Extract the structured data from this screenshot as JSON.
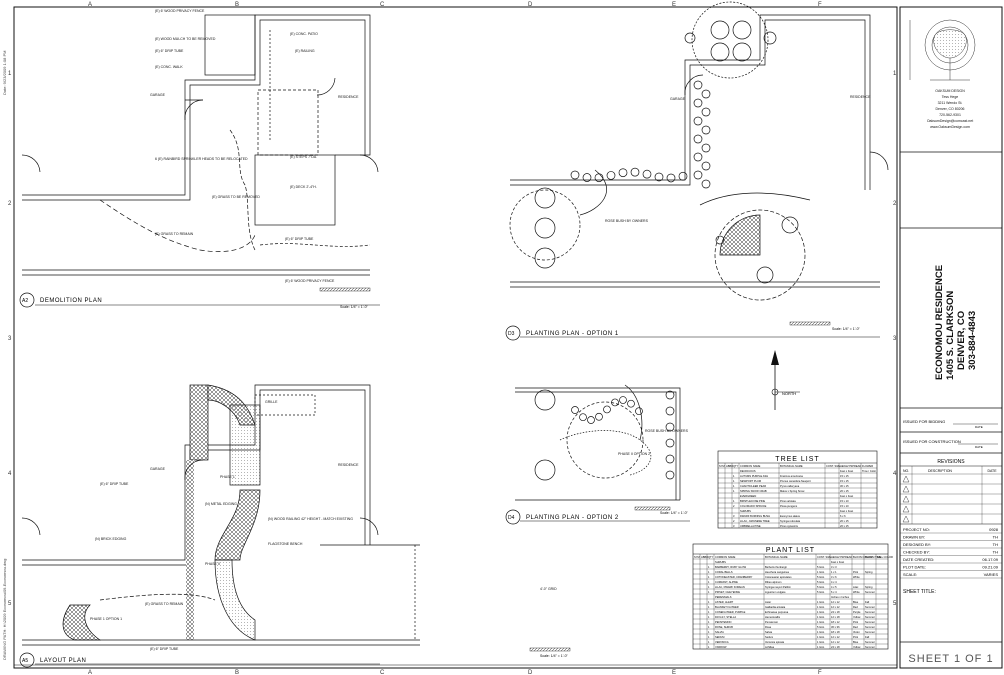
{
  "grid": {
    "columns": [
      "A",
      "B",
      "C",
      "D",
      "E",
      "F"
    ],
    "rows": [
      "1",
      "2",
      "3",
      "4",
      "5"
    ]
  },
  "side_text_top": "Date: 9/23/2009 1:08 PM",
  "side_text_bottom": "DRAWING PATH: H:\\2009 Economou\\09-Economou.dwg",
  "plans": {
    "demolition": {
      "tag": "A2",
      "title": "DEMOLITION PLAN",
      "scale": "Scale: 1/4\" = 1'-0\""
    },
    "layout": {
      "tag": "A5",
      "title": "LAYOUT PLAN",
      "scale": "Scale: 1/4\" = 1'-0\""
    },
    "planting1": {
      "tag": "D3",
      "title": "PLANTING PLAN - OPTION 1",
      "scale": "Scale: 1/4\" = 1'-0\""
    },
    "planting2": {
      "tag": "D4",
      "title": "PLANTING PLAN - OPTION 2",
      "scale": "Scale: 1/4\" = 1'-0\""
    }
  },
  "labels": {
    "garage": "GARAGE",
    "residence": "RESIDENCE",
    "north": "NORTH",
    "grille": "GRILLE",
    "privacy_fence": "(E) 6' WOOD PRIVACY FENCE",
    "conc_patio": "(E) CONC. PATIO",
    "railing": "(E) RAILING",
    "wood_mulch": "(E) WOOD MULCH TO BE REMOVED",
    "drip_tube": "(E) 6\" DRIP TUBE",
    "conc_walk": "(E) CONC. WALK",
    "steps": "(E) STEPS 7\"DA.",
    "deck": "(E) DECK 2'-4\"H.",
    "grass": "(E) GRASS TO REMAIN",
    "grass_removed": "(E) GRASS TO BE REMOVED",
    "sprinkler": "6 (E) RAINBIRD SPRINKLER HEADS TO BE RELOCATED",
    "brick_edging": "(N) BRICK EDGING",
    "metal_edging": "(N) METAL EDGING",
    "wood_railing": "(N) WOOD RAILING 42\" HEIGHT - MATCH EXISTING",
    "bench": "FLAGSTONE BENCH",
    "phase1": "PHASE 1",
    "phase2": "PHASE II",
    "phase1_option": "PHASE 1 OPTION 1",
    "rose_bush": "ROSE BUSH BY OWNERS",
    "phase2_option": "PHASE II OPTION 2",
    "four_grid": "4'-0\" GRID"
  },
  "tree_list": {
    "title": "TREE LIST",
    "headers": [
      "SYM",
      "ABBR",
      "QTY",
      "COMMON NAME",
      "BOTANICAL NAME",
      "CONT. SIZE",
      "HEIGHT/SPREAD",
      "FLOWER"
    ],
    "rows": [
      [
        "",
        "",
        "",
        "DECIDUOUS",
        "",
        "",
        "Feet x Feet",
        "Time / Color"
      ],
      [
        "",
        "",
        "1",
        "AUTUMN PURPLE ASH",
        "Fraxinus americana",
        "",
        "15 x 15",
        ""
      ],
      [
        "",
        "",
        "1",
        "NEWPORT PLUM",
        "Prunus cerasifera Newport",
        "",
        "15 x 15",
        ""
      ],
      [
        "",
        "",
        "1",
        "CHANTICLEER PEAR",
        "Pyrus calleryana",
        "",
        "30 x 15",
        ""
      ],
      [
        "",
        "",
        "1",
        "SPRING SNOW CRAB",
        "Malus x Spring Snow",
        "",
        "20 x 15",
        ""
      ],
      [
        "",
        "",
        "",
        "EVERGREEN",
        "",
        "",
        "Feet x Feet",
        ""
      ],
      [
        "",
        "",
        "1",
        "BRISTLECONE PINE",
        "Pinus aristata",
        "",
        "15 x 10",
        ""
      ],
      [
        "",
        "",
        "2",
        "COLORADO SPRUCE",
        "Picea pungens",
        "",
        "15 x 10",
        ""
      ],
      [
        "",
        "",
        "",
        "SHRUBS",
        "",
        "",
        "Feet x Feet",
        ""
      ],
      [
        "",
        "",
        "3",
        "DWARF BURNING BUSH",
        "Euonymus alatus",
        "",
        "6 x 6",
        ""
      ],
      [
        "",
        "",
        "2",
        "LILAC, JAPANESE TREE",
        "Syringa reticulata",
        "",
        "20 x 15",
        ""
      ],
      [
        "",
        "",
        "3",
        "UMBRELLA PINE",
        "Pinus sylvestris",
        "",
        "20 x 15",
        ""
      ]
    ]
  },
  "plant_list": {
    "title": "PLANT LIST",
    "headers": [
      "SYM",
      "ABBR",
      "QTY",
      "COMMON NAME",
      "BOTANICAL NAME",
      "CONT. SIZE",
      "HEIGHT/SPREAD",
      "BLOOM COLOR",
      "BLOOM TIME",
      "FALL COLOR"
    ],
    "rows": [
      [
        "",
        "",
        "",
        "SHRUBS",
        "",
        "",
        "Feet x Feet",
        "",
        "",
        ""
      ],
      [
        "",
        "",
        "1",
        "BARBERRY, RUBY GLOW",
        "Berberis thunbergii",
        "5 GAL",
        "3 x 3",
        "",
        "",
        ""
      ],
      [
        "",
        "",
        "1",
        "CORAL BELLS",
        "Heuchera sanguinea",
        "1 GAL",
        "1 x 1",
        "Pink",
        "Spring",
        ""
      ],
      [
        "",
        "",
        "1",
        "COTONEASTER, CRANBERRY",
        "Cotoneaster apiculatus",
        "5 GAL",
        "3 x 6",
        "White",
        "",
        ""
      ],
      [
        "",
        "",
        "1",
        "CURRANT, ALPINE",
        "Ribes alpinum",
        "5 GAL",
        "4 x 4",
        "",
        "",
        ""
      ],
      [
        "",
        "",
        "1",
        "LILAC, DWARF KOREAN",
        "Syringa meyeri Palibin",
        "5 GAL",
        "4 x 5",
        "Lilac",
        "Spring",
        ""
      ],
      [
        "",
        "",
        "1",
        "PRIVET, CHEYENNE",
        "Ligustrum vulgare",
        "5 GAL",
        "6 x 4",
        "White",
        "Summer",
        ""
      ],
      [
        "",
        "",
        "",
        "PERENNIALS",
        "",
        "",
        "Inches x Inches",
        "",
        "",
        ""
      ],
      [
        "",
        "",
        "1",
        "ASTER, ALERT",
        "Aster",
        "1 GAL",
        "12 x 12",
        "Blue",
        "Fall",
        ""
      ],
      [
        "",
        "",
        "1",
        "BLANKET FLOWER",
        "Gaillardia aristata",
        "1 GAL",
        "12 x 12",
        "Red",
        "Summer",
        ""
      ],
      [
        "",
        "",
        "1",
        "CONEFLOWER, PURPLE",
        "Echinacea purpurea",
        "1 GAL",
        "24 x 18",
        "Purple",
        "Summer",
        ""
      ],
      [
        "",
        "",
        "1",
        "DAYLILY, STELLA",
        "Hemerocallis",
        "1 GAL",
        "12 x 18",
        "Yellow",
        "Summer",
        ""
      ],
      [
        "",
        "",
        "1",
        "PENSTEMON",
        "Penstemon",
        "1 GAL",
        "18 x 12",
        "Pink",
        "Summer",
        ""
      ],
      [
        "",
        "",
        "1",
        "ROSE, SHRUB",
        "Rosa",
        "5 GAL",
        "36 x 36",
        "Red",
        "Summer",
        ""
      ],
      [
        "",
        "",
        "1",
        "SALVIA",
        "Salvia",
        "1 GAL",
        "18 x 18",
        "Violet",
        "Summer",
        ""
      ],
      [
        "",
        "",
        "1",
        "SEDUM",
        "Sedum",
        "1 GAL",
        "12 x 12",
        "Pink",
        "Fall",
        ""
      ],
      [
        "",
        "",
        "1",
        "VERONICA",
        "Veronica spicata",
        "1 GAL",
        "12 x 12",
        "Blue",
        "Summer",
        ""
      ],
      [
        "",
        "",
        "1",
        "YARROW",
        "Achillea",
        "1 GAL",
        "24 x 18",
        "Yellow",
        "Summer",
        ""
      ]
    ]
  },
  "titleblock": {
    "firm": "OAKSUM DESIGN",
    "firm_name": "Tess Hege",
    "firm_address1": "3211 Wendo St.",
    "firm_address2": "Denver, CO 80206",
    "firm_phone": "720-562-9301",
    "firm_email": "OaksumDesign@comcast.net",
    "firm_web": "www.OaksumDesign.com",
    "project_lines": [
      "ECONOMOU RESIDENCE",
      "1405 S. CLARKSON",
      "DENVER, CO",
      "303-884-4843"
    ],
    "issued_bidding": "ISSUED FOR BIDDING",
    "issued_construction": "ISSUED FOR CONSTRUCTION",
    "date_label": "DATE",
    "revisions": "REVISIONS",
    "rev_no": "NO.",
    "rev_desc": "DESCRIPTION",
    "rev_date": "DATE",
    "info": [
      {
        "label": "PROJECT NO:",
        "value": "0928"
      },
      {
        "label": "DRAWN BY:",
        "value": "TH"
      },
      {
        "label": "DESIGNED BY:",
        "value": "TH"
      },
      {
        "label": "CHECKED BY:",
        "value": "TH"
      },
      {
        "label": "DATE CREATED:",
        "value": "06.17.09"
      },
      {
        "label": "PLOT DATE:",
        "value": "09.21.09"
      },
      {
        "label": "SCALE:",
        "value": "VARIES"
      }
    ],
    "sheet_title": "SHEET TITLE:",
    "sheet_num": "SHEET 1 OF 1"
  }
}
